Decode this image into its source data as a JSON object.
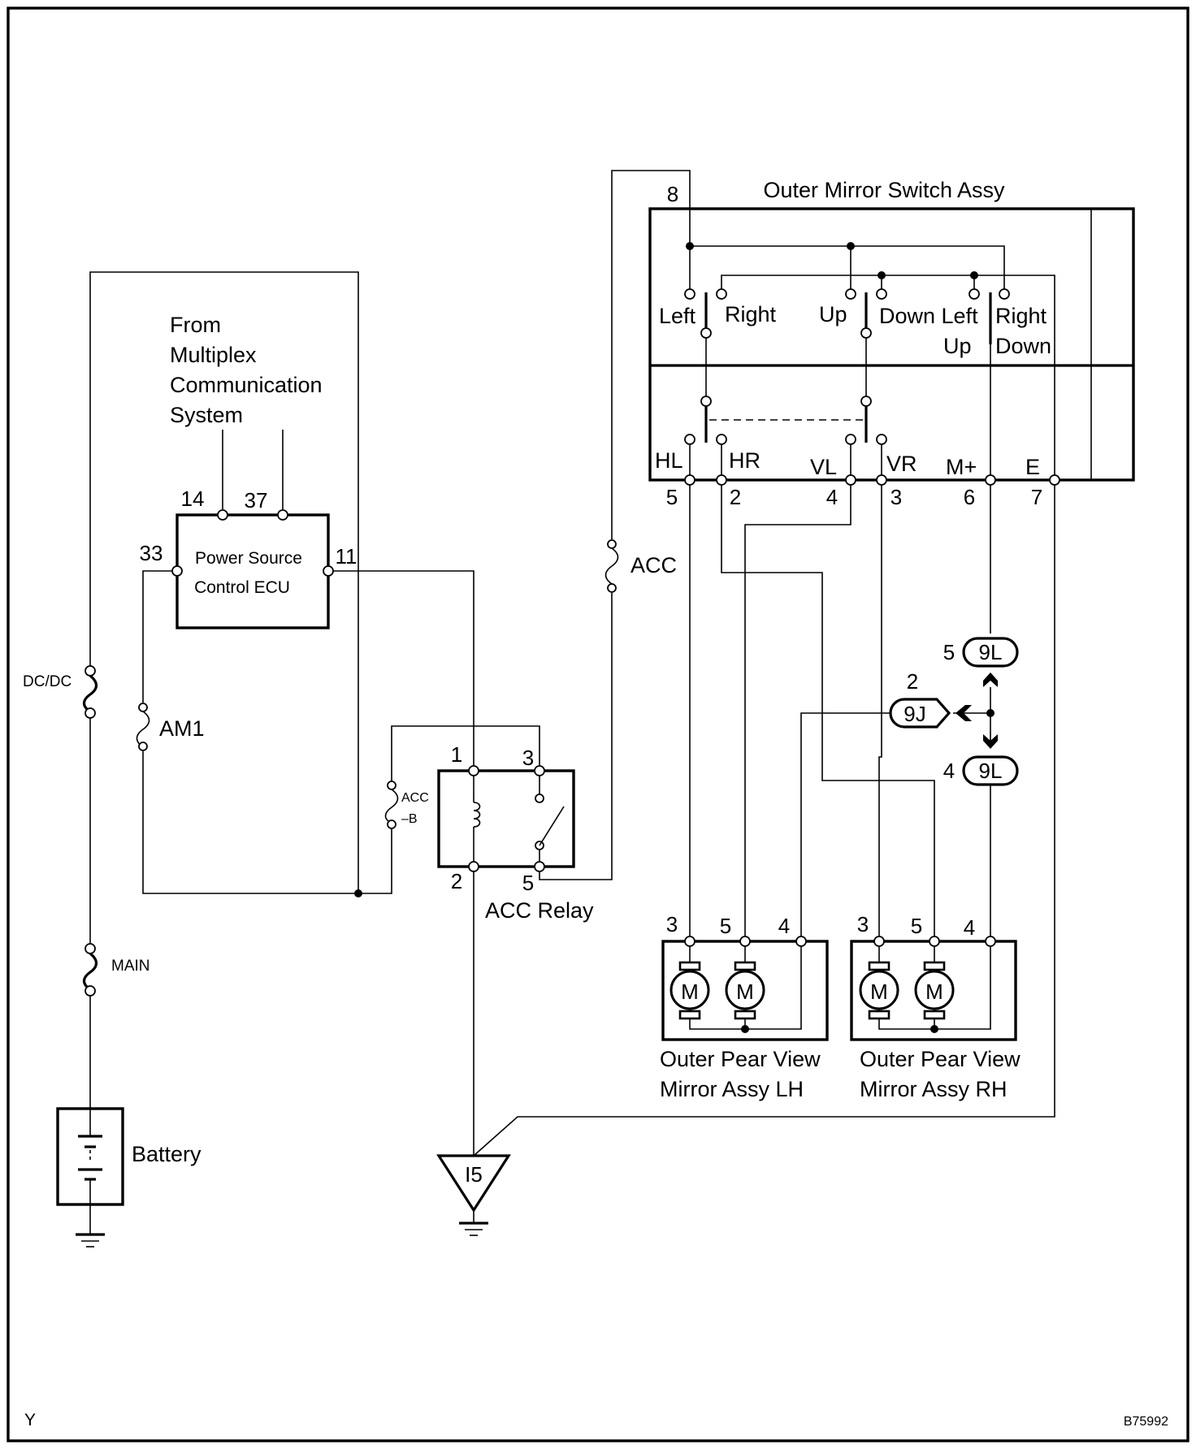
{
  "diagram": {
    "switch_title": "Outer Mirror Switch Assy",
    "switch_labels": {
      "left": "Left",
      "right": "Right",
      "up": "Up",
      "down_left": "Down Left",
      "right2": "Right",
      "up2": "Up",
      "down2": "Down"
    },
    "switch_pins": [
      {
        "name": "HL",
        "num": "5"
      },
      {
        "name": "HR",
        "num": "2"
      },
      {
        "name": "VL",
        "num": "4"
      },
      {
        "name": "VR",
        "num": "3"
      },
      {
        "name": "M+",
        "num": "6"
      },
      {
        "name": "E",
        "num": "7"
      }
    ],
    "switch_top_pin": "8",
    "from_mcs": [
      "From",
      "Multiplex",
      "Communication",
      "System"
    ],
    "ecu": {
      "label_1": "Power Source",
      "label_2": "Control ECU",
      "pins": {
        "p14": "14",
        "p37": "37",
        "p33": "33",
        "p11": "11"
      }
    },
    "fuses": {
      "dcdc": "DC/DC",
      "am1": "AM1",
      "main": "MAIN",
      "acc": "ACC",
      "accb_1": "ACC",
      "accb_2": "–B"
    },
    "relay": {
      "name": "ACC Relay",
      "pins": {
        "p1": "1",
        "p2": "2",
        "p3": "3",
        "p5": "5"
      }
    },
    "connectors": [
      {
        "code": "9L",
        "pin": "5"
      },
      {
        "code": "9J",
        "pin": "2"
      },
      {
        "code": "9L",
        "pin": "4"
      }
    ],
    "mirrors": [
      {
        "line1": "Outer Pear View",
        "line2": "Mirror Assy LH",
        "pins": [
          "3",
          "5",
          "4"
        ]
      },
      {
        "line1": "Outer Pear View",
        "line2": "Mirror Assy RH",
        "pins": [
          "3",
          "5",
          "4"
        ]
      }
    ],
    "motor_symbol": "M",
    "battery": "Battery",
    "ground_point": "I5",
    "corner_left": "Y",
    "figure_code": "B75992"
  }
}
